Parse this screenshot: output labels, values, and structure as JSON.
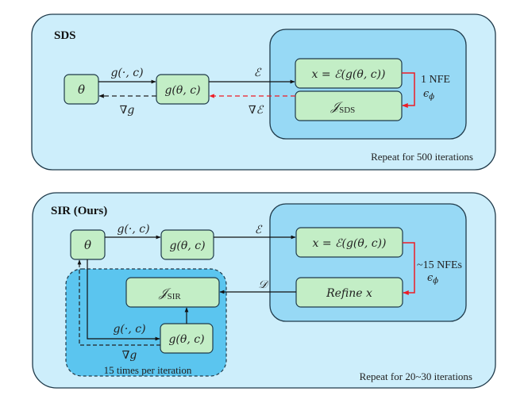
{
  "colors": {
    "outer_panel": "#cdeefb",
    "inner_panel": "#97d9f5",
    "loop_panel": "#5bc5ef",
    "node_fill": "#c3eec6",
    "stroke": "#1f3a4a",
    "grad_arrow": "#ee1c25"
  },
  "sds": {
    "title": "SDS",
    "theta": "θ",
    "generator": "g(θ, c)",
    "encode": "x = ℰ(g(θ, c))",
    "loss_main": "𝒥",
    "loss_sub": "SDS",
    "edge_render": "g(·, c)",
    "edge_grad_g": "∇g",
    "edge_encode": "ℰ",
    "edge_grad_e": "∇ℰ",
    "nfe_label": "1 NFE",
    "eps_main": "ϵ",
    "eps_sub": "ϕ",
    "repeat_label": "Repeat for 500 iterations"
  },
  "sir": {
    "title": "SIR (Ours)",
    "theta": "θ",
    "generator": "g(θ, c)",
    "encode": "x = ℰ(g(θ, c))",
    "refine": "Refine x",
    "loss_main": "𝒥",
    "loss_sub": "SIR",
    "inner_generator": "g(θ, c)",
    "edge_render": "g(·, c)",
    "edge_encode": "ℰ",
    "edge_decode": "𝒟",
    "edge_inner_render": "g(·, c)",
    "edge_grad_g": "∇g",
    "nfe_label": "~15 NFEs",
    "eps_main": "ϵ",
    "eps_sub": "ϕ",
    "loop_label": "15 times per iteration",
    "repeat_label": "Repeat for 20~30 iterations"
  }
}
